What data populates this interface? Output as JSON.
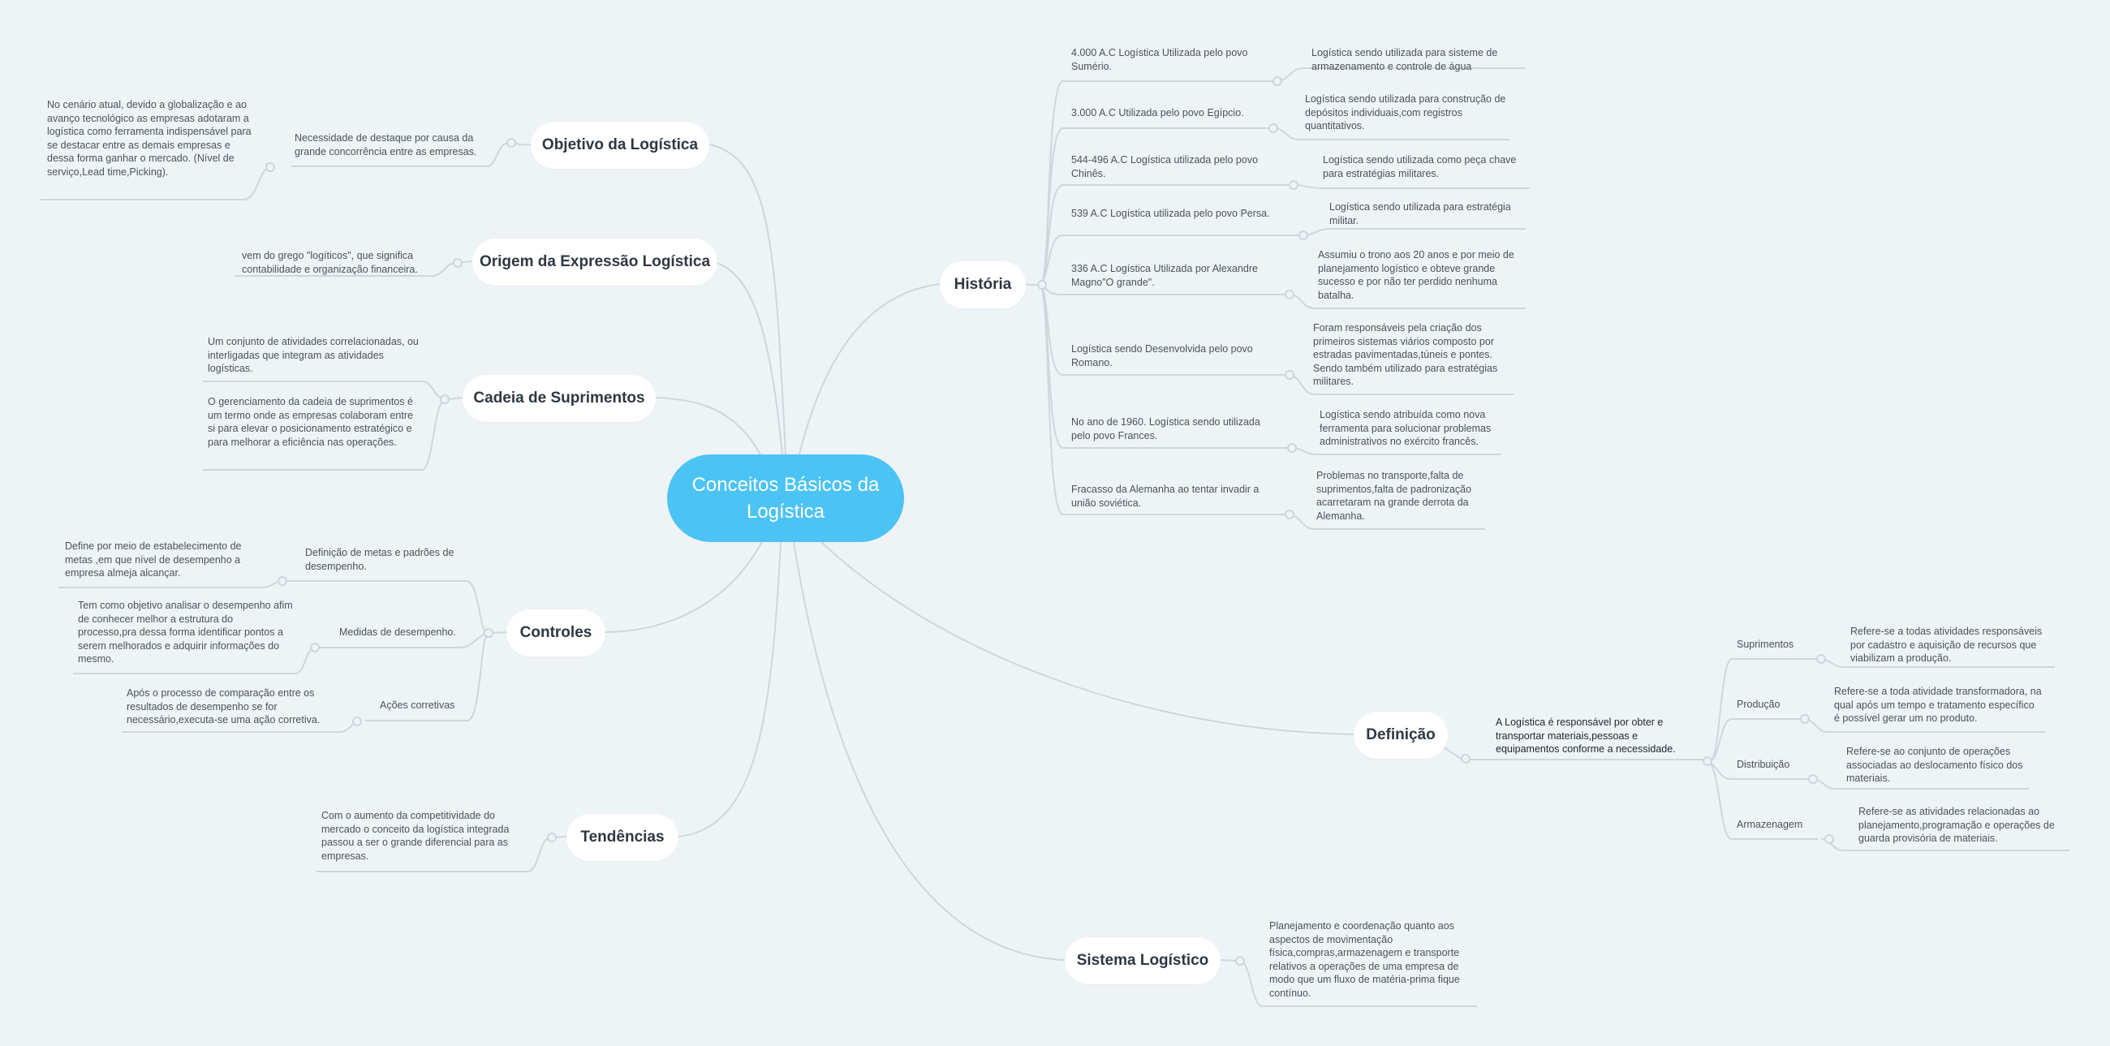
{
  "central": "Conceitos Básicos da Logística",
  "colors": {
    "background": "#eef3f6",
    "central": "#4cc3f5",
    "line": "#cfd6dc",
    "node": "#ffffff"
  },
  "topics": {
    "objetivo": "Objetivo da Logística",
    "origem": "Origem da Expressão Logística",
    "cadeia": "Cadeia de Suprimentos",
    "controles": "Controles",
    "tendencias": "Tendências",
    "historia": "História",
    "definicao": "Definição",
    "sistema": "Sistema Logístico"
  },
  "objetivo": {
    "sub": "Necessidade de destaque por causa da grande concorrência entre as empresas.",
    "detail": "No cenário atual, devido a globalização e ao avanço tecnológico as empresas adotaram a logística como ferramenta indispensável para se destacar entre as demais empresas e dessa forma ganhar o mercado. (Nível de serviço,Lead time,Picking)."
  },
  "origem": {
    "sub": "vem do grego \"logíticos\", que significa contabilidade e organização financeira."
  },
  "cadeia": {
    "items": [
      "Um conjunto de atividades correlacionadas, ou interligadas que integram as atividades logísticas.",
      "O gerenciamento da cadeia de suprimentos é um termo onde as empresas colaboram entre si para elevar o posicionamento estratégico e para melhorar a eficiência nas operações."
    ]
  },
  "controles": {
    "items": [
      {
        "label": "Definição de metas e padrões de desempenho.",
        "detail": "Define por meio de estabelecimento de metas ,em que nível de desempenho a empresa almeja alcançar."
      },
      {
        "label": "Medidas de desempenho.",
        "detail": "Tem como objetivo analisar o desempenho afim de conhecer melhor a estrutura do processo,pra dessa forma identificar pontos a serem melhorados e adquirir informações do mesmo."
      },
      {
        "label": "Ações corretivas",
        "detail": "Após o processo de comparação entre os resultados de desempenho se for necessário,executa-se uma ação corretiva."
      }
    ]
  },
  "tendencias": {
    "sub": "Com o aumento da competitividade do mercado o conceito da logística integrada passou a ser o grande diferencial para as empresas."
  },
  "historia": {
    "items": [
      {
        "label": "4.000 A.C Logística Utilizada pelo povo Sumério.",
        "detail": "Logística sendo utilizada para sisteme de armazenamento e controle de água"
      },
      {
        "label": "3.000 A.C Utilizada pelo povo Egípcio.",
        "detail": "Logística sendo utilizada para construção de depósitos individuais,com registros quantitativos."
      },
      {
        "label": "544-496 A.C Logística utilizada pelo povo Chinês.",
        "detail": "Logística sendo utilizada como peça chave para estratégias militares."
      },
      {
        "label": "539 A.C Logística utilizada pelo povo Persa.",
        "detail": "Logística sendo utilizada para estratégia militar."
      },
      {
        "label": "336 A.C Logística Utilizada por Alexandre Magno\"O grande\".",
        "detail": "Assumiu o trono aos 20 anos e por meio de planejamento logístico e obteve grande sucesso e por não ter perdido nenhuma batalha."
      },
      {
        "label": "Logística sendo Desenvolvida pelo povo Romano.",
        "detail": "Foram responsáveis pela criação dos primeiros sistemas viários composto por estradas pavimentadas,túneis e pontes. Sendo também utilizado para estratégias militares."
      },
      {
        "label": "No ano de 1960. Logística sendo utilizada pelo povo Frances.",
        "detail": "Logística sendo atribuída como nova ferramenta para solucionar problemas administrativos no exército francês."
      },
      {
        "label": "Fracasso da Alemanha ao tentar invadir a união soviética.",
        "detail": "Problemas no transporte,falta de suprimentos,falta de padronização acarretaram na grande derrota da Alemanha."
      }
    ]
  },
  "definicao": {
    "sub": "A Logística é responsável por obter e transportar materiais,pessoas e equipamentos conforme a necessidade.",
    "items": [
      {
        "label": "Suprimentos",
        "detail": "Refere-se a todas atividades responsáveis por cadastro e aquisição de recursos que viabilizam a produção."
      },
      {
        "label": "Produção",
        "detail": "Refere-se a toda atividade transformadora, na qual após um tempo e tratamento específico é possível gerar um no produto."
      },
      {
        "label": "Distribuição",
        "detail": "Refere-se ao conjunto de operações associadas ao deslocamento físico dos materiais."
      },
      {
        "label": "Armazenagem",
        "detail": "Refere-se as atividades relacionadas ao planejamento,programação e operações de guarda provisória de materiais."
      }
    ]
  },
  "sistema": {
    "sub": "Planejamento e coordenação quanto aos aspectos de movimentação física,compras,armazenagem e transporte relativos a operações de uma empresa de modo que um fluxo de matéria-prima fique contínuo."
  }
}
